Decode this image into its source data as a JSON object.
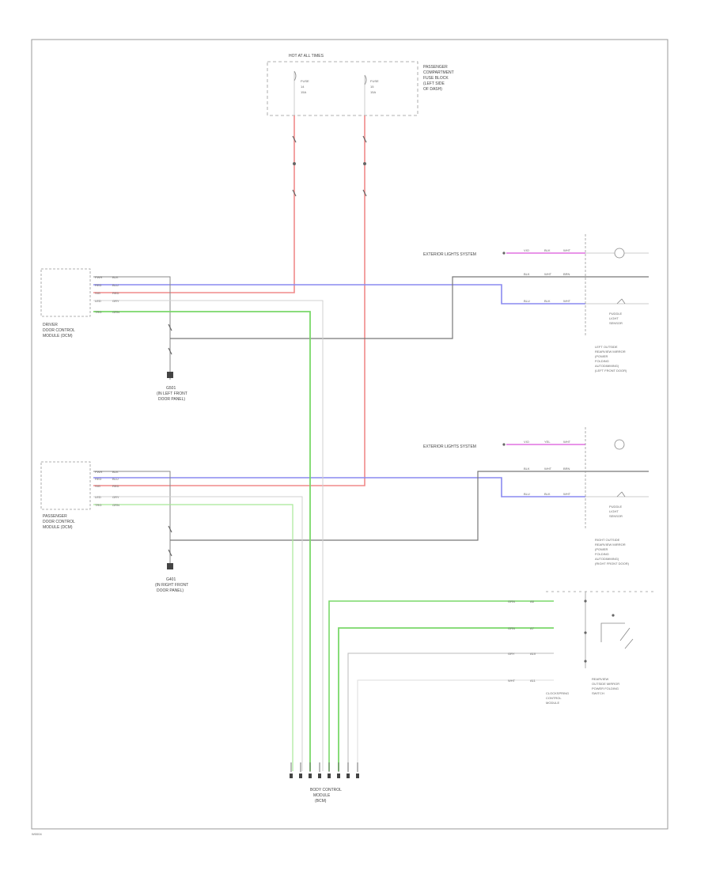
{
  "footer_code": "W0004",
  "fuse_block": {
    "header": "HOT AT ALL TIMES",
    "title": [
      "PASSENGER",
      "COMPARTMENT",
      "FUSE BLOCK",
      "(LEFT SIDE",
      "OF DASH)"
    ],
    "fuse_left": [
      "FUSE",
      "14",
      "15A"
    ],
    "fuse_right": [
      "FUSE",
      "15",
      "15A"
    ]
  },
  "driver_module": {
    "title": [
      "DRIVER",
      "DOOR CONTROL",
      "MODULE (DCM)"
    ],
    "pins": [
      "PWR",
      "RED",
      "SIG",
      "LED",
      "TRG"
    ],
    "wires": [
      "BLK",
      "BLU",
      "RED",
      "GRY",
      "GRN"
    ]
  },
  "passenger_module": {
    "title": [
      "PASSENGER",
      "DOOR CONTROL",
      "MODULE (DCM)"
    ],
    "pins": [
      "PWR",
      "RED",
      "SIG",
      "LED",
      "TRG"
    ],
    "wires": [
      "BLK",
      "BLU",
      "RED",
      "GRY",
      "GRN"
    ]
  },
  "ground_driver": [
    "G501",
    "(IN LEFT FRONT",
    "DOOR PANEL)"
  ],
  "ground_passenger": [
    "G401",
    "(IN RIGHT FRONT",
    "DOOR PANEL)"
  ],
  "left_mirror": {
    "signal_label": "EXTERIOR LIGHTS SYSTEM",
    "rows": [
      [
        "VIO",
        "BLK",
        "WHT"
      ],
      [
        "BLK",
        "WHT",
        "BRN"
      ],
      [
        "BLU",
        "BLK",
        "WHT"
      ]
    ],
    "sensor_title": [
      "PUDDLE",
      "LIGHT",
      "SENSOR"
    ],
    "title": [
      "LEFT OUTSIDE",
      "REARVIEW MIRROR",
      "(POWER",
      "FOLDING",
      "AUTODIMMING)",
      "(LEFT FRONT DOOR)"
    ]
  },
  "right_mirror": {
    "signal_label": "EXTERIOR LIGHTS SYSTEM",
    "rows": [
      [
        "VIO",
        "YEL",
        "WHT"
      ],
      [
        "BLK",
        "WHT",
        "BRN"
      ],
      [
        "BLU",
        "BLK",
        "WHT"
      ]
    ],
    "sensor_title": [
      "PUDDLE",
      "LIGHT",
      "SENSOR"
    ],
    "title": [
      "RIGHT OUTSIDE",
      "REARVIEW MIRROR",
      "(POWER",
      "FOLDING",
      "AUTODIMMING)",
      "(RIGHT FRONT DOOR)"
    ]
  },
  "mirror_switch": {
    "rows": [
      [
        "GRN",
        "A6"
      ],
      [
        "GRN",
        "A7"
      ],
      [
        "GRY",
        "A10"
      ],
      [
        "WHT",
        "A11"
      ]
    ],
    "title": [
      "REARVIEW",
      "OUTSIDE MIRROR",
      "POWER FOLDING",
      "SWITCH"
    ],
    "extra": [
      "CLOCKSPRING",
      "CONTROL",
      "MODULE"
    ]
  },
  "body_module": {
    "title": [
      "BODY CONTROL",
      "MODULE",
      "(BCM)"
    ]
  },
  "colors": {
    "red": "#f08a8a",
    "blue": "#8a8af0",
    "green": "#7ad86a",
    "black": "#666666",
    "gray": "#b8b8b8",
    "violet": "#e070e0"
  }
}
